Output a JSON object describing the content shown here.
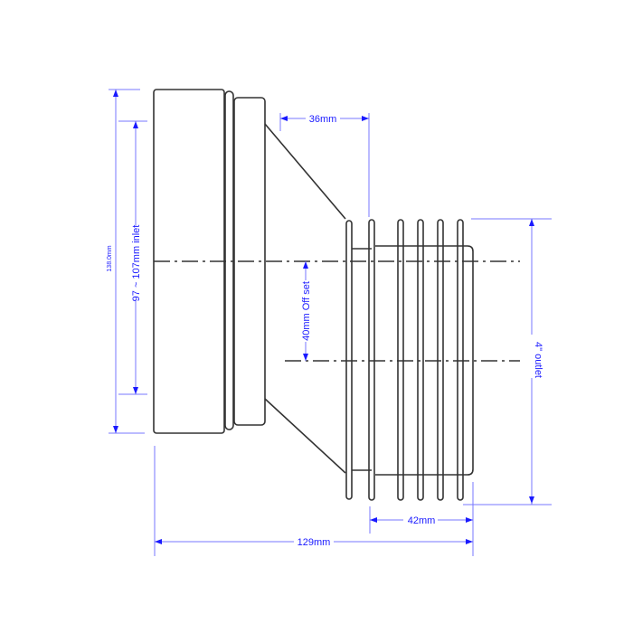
{
  "title": "Offset pan connector technical drawing",
  "dimensions": {
    "overall_height": "138.0mm",
    "inlet": "97 ~ 107mm inlet",
    "cone_length": "36mm",
    "offset": "40mm Off set",
    "outlet": "4\" outlet",
    "outlet_length": "42mm",
    "overall_length": "129mm"
  },
  "colors": {
    "dimension": "#1a1aff",
    "part": "#333333"
  }
}
